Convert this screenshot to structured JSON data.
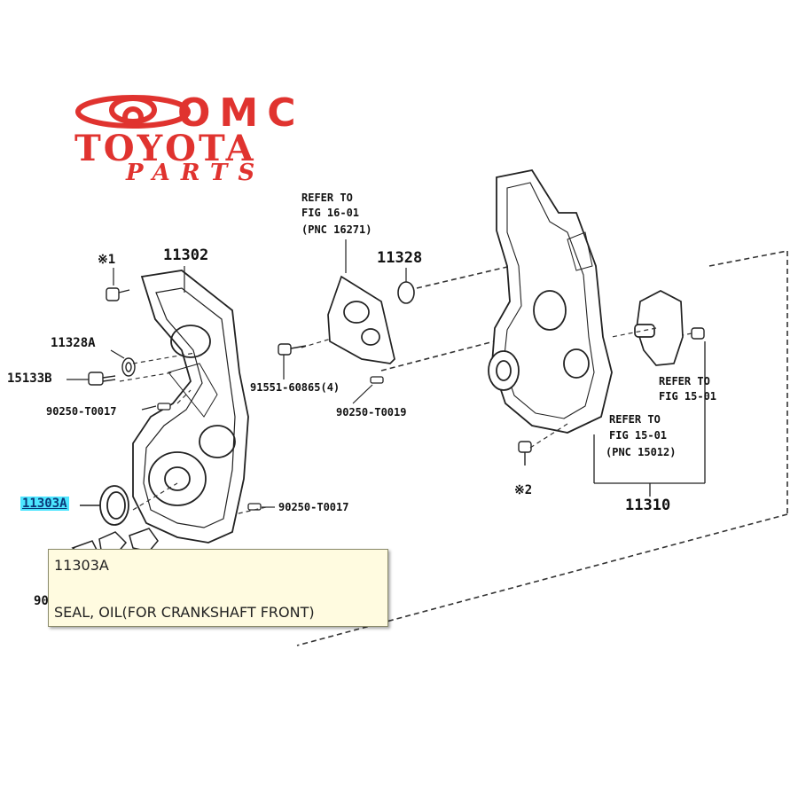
{
  "logo": {
    "omc": "OMC",
    "brand": "TOYOTA",
    "sub": "PARTS",
    "color": "#e0332f"
  },
  "labels": {
    "ref1": "※1",
    "ref2": "※2",
    "p11302": "11302",
    "p11328": "11328",
    "p11328a": "11328A",
    "p15133b": "15133B",
    "p90250_t0017_a": "90250-T0017",
    "p90250_t0017_b": "90250-T0017",
    "p91551": "91551-60865(4)",
    "p90250_t0019": "90250-T0019",
    "p11303a": "11303A",
    "p11310": "11310",
    "p90_partial": "90",
    "refer16_l1": "REFER TO",
    "refer16_l2": "FIG 16-01",
    "refer16_l3": "(PNC 16271)",
    "refer15a_l1": "REFER TO",
    "refer15a_l2": "FIG 15-01",
    "refer15b_l1": "REFER TO",
    "refer15b_l2": "FIG 15-01",
    "refer15b_l3": "(PNC 15012)"
  },
  "highlight_color": "#4de6ff",
  "tooltip": {
    "part_no": "11303A",
    "description": "SEAL, OIL(FOR CRANKSHAFT FRONT)"
  }
}
